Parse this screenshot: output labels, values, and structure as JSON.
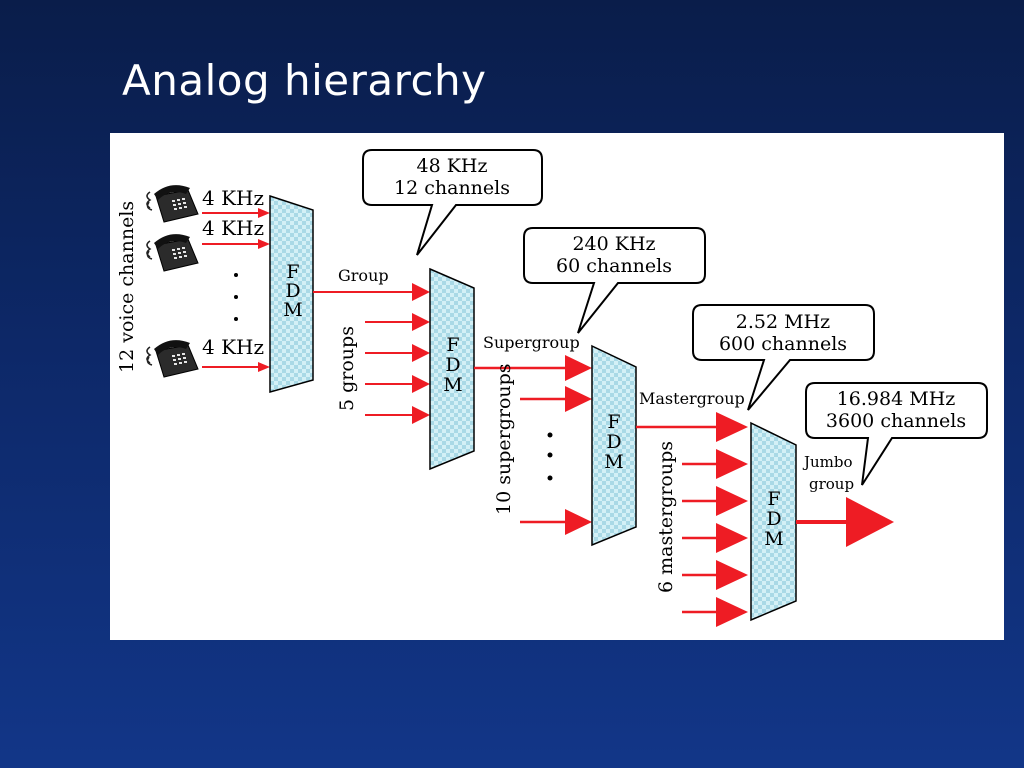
{
  "slide": {
    "title": "Analog hierarchy"
  },
  "diagram": {
    "voice_input_labels": [
      "4 KHz",
      "4 KHz",
      "4 KHz"
    ],
    "voice_channels_label": "12 voice channels",
    "fdm_letters": [
      "F",
      "D",
      "M"
    ],
    "stage_labels": {
      "group": "Group",
      "five_groups": "5 groups",
      "supergroup": "Supergroup",
      "ten_supergroups": "10 supergroups",
      "mastergroup": "Mastergroup",
      "six_mastergroups": "6 mastergroups",
      "jumbo_line1": "Jumbo",
      "jumbo_line2": "group"
    },
    "callouts": [
      {
        "line1": "48 KHz",
        "line2": "12 channels"
      },
      {
        "line1": "240 KHz",
        "line2": "60 channels"
      },
      {
        "line1": "2.52 MHz",
        "line2": "600 channels"
      },
      {
        "line1": "16.984 MHz",
        "line2": "3600  channels"
      }
    ],
    "colors": {
      "arrow": "#ee1c24",
      "fdm_fill": "#c9ecf4",
      "fdm_check": "#aadbe8",
      "panel": "#ffffff"
    },
    "icons": [
      "telephone-icon",
      "telephone-icon",
      "telephone-icon"
    ]
  }
}
